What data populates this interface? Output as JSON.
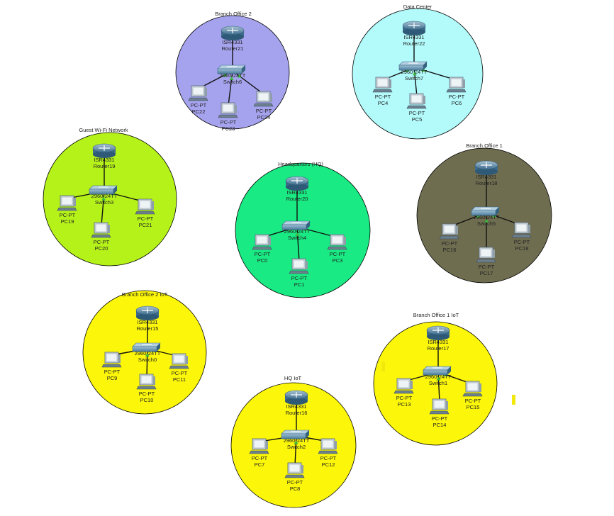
{
  "zones": [
    {
      "key": "branch2",
      "title": "Branch Office 2",
      "fill": "#a6a3ee",
      "router": {
        "model": "ISR4331",
        "name": "Router21"
      },
      "switch": {
        "model": "2960-24TT",
        "name": "Switch6"
      },
      "pcs": [
        {
          "type": "PC-PT",
          "name": "PC22"
        },
        {
          "type": "PC-PT",
          "name": "PC23"
        },
        {
          "type": "PC-PT",
          "name": "PC24"
        }
      ]
    },
    {
      "key": "datacenter",
      "title": "Data Center",
      "fill": "#b3fbfb",
      "router": {
        "model": "ISR4331",
        "name": "Router22"
      },
      "switch": {
        "model": "2960-24TT",
        "name": "Switch7"
      },
      "pcs": [
        {
          "type": "PC-PT",
          "name": "PC4"
        },
        {
          "type": "PC-PT",
          "name": "PC5"
        },
        {
          "type": "PC-PT",
          "name": "PC6"
        }
      ]
    },
    {
      "key": "guest",
      "title": "Guest Wi-Fi Network",
      "fill": "#b5f21a",
      "router": {
        "model": "ISR4331",
        "name": "Router19"
      },
      "switch": {
        "model": "2960-24TT",
        "name": "Switch3"
      },
      "pcs": [
        {
          "type": "PC-PT",
          "name": "PC19"
        },
        {
          "type": "PC-PT",
          "name": "PC20"
        },
        {
          "type": "PC-PT",
          "name": "PC21"
        }
      ]
    },
    {
      "key": "hq",
      "title": "Headquarters (HQ)",
      "fill": "#19ea83",
      "router": {
        "model": "ISR4331",
        "name": "Router20"
      },
      "switch": {
        "model": "2960-24TT",
        "name": "Switch4"
      },
      "pcs": [
        {
          "type": "PC-PT",
          "name": "PC0"
        },
        {
          "type": "PC-PT",
          "name": "PC1"
        },
        {
          "type": "PC-PT",
          "name": "PC3"
        }
      ]
    },
    {
      "key": "branch1",
      "title": "Branch Office 1",
      "fill": "#6e6d50",
      "router": {
        "model": "ISR4331",
        "name": "Router18"
      },
      "switch": {
        "model": "2960-24TT",
        "name": "Switch5"
      },
      "pcs": [
        {
          "type": "PC-PT",
          "name": "PC16"
        },
        {
          "type": "PC-PT",
          "name": "PC17"
        },
        {
          "type": "PC-PT",
          "name": "PC18"
        }
      ]
    },
    {
      "key": "branch2iot",
      "title": "Branch Office 2 IoT",
      "fill": "#fbf60a",
      "router": {
        "model": "ISR4331",
        "name": "Router15"
      },
      "switch": {
        "model": "2960-24TT",
        "name": "Switch0"
      },
      "pcs": [
        {
          "type": "PC-PT",
          "name": "PC9"
        },
        {
          "type": "PC-PT",
          "name": "PC10"
        },
        {
          "type": "PC-PT",
          "name": "PC11"
        }
      ]
    },
    {
      "key": "hqiot",
      "title": "HQ IoT",
      "fill": "#fbf60a",
      "router": {
        "model": "ISR4331",
        "name": "Router16"
      },
      "switch": {
        "model": "2960-24TT",
        "name": "Switch2"
      },
      "pcs": [
        {
          "type": "PC-PT",
          "name": "PC7"
        },
        {
          "type": "PC-PT",
          "name": "PC8"
        },
        {
          "type": "PC-PT",
          "name": "PC12"
        }
      ]
    },
    {
      "key": "branch1iot",
      "title": "Branch Office 1 IoT",
      "fill": "#fbf60a",
      "router": {
        "model": "ISR4331",
        "name": "Router17"
      },
      "switch": {
        "model": "2960-24TT",
        "name": "Switch1"
      },
      "pcs": [
        {
          "type": "PC-PT",
          "name": "PC13"
        },
        {
          "type": "PC-PT",
          "name": "PC14"
        },
        {
          "type": "PC-PT",
          "name": "PC15"
        }
      ]
    }
  ],
  "colors": {
    "link": "#111111",
    "port_up": "#3cb83c",
    "router": "#3a6f90",
    "switch": "#4f86a8",
    "pc": "#6b7f8f"
  }
}
